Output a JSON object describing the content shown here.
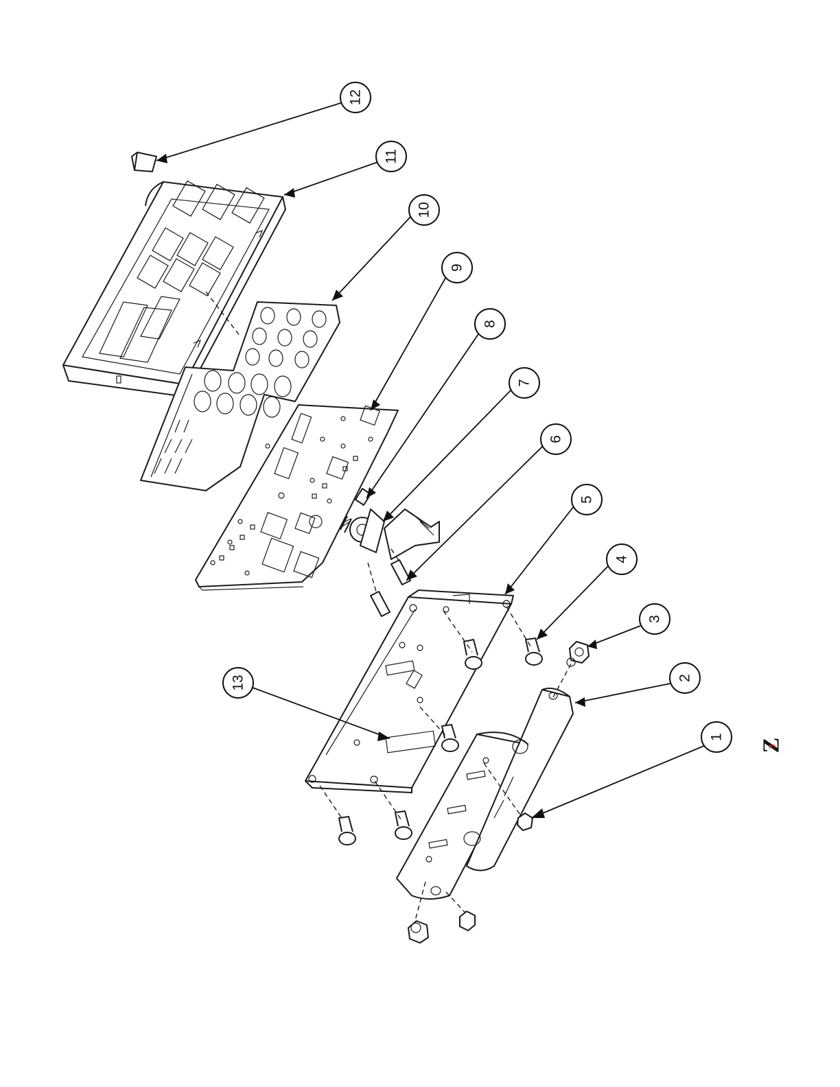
{
  "callouts": [
    {
      "id": "1",
      "label": "1"
    },
    {
      "id": "2",
      "label": "2"
    },
    {
      "id": "3",
      "label": "3"
    },
    {
      "id": "4",
      "label": "4"
    },
    {
      "id": "5",
      "label": "5"
    },
    {
      "id": "6",
      "label": "6"
    },
    {
      "id": "7",
      "label": "7"
    },
    {
      "id": "8",
      "label": "8"
    },
    {
      "id": "9",
      "label": "9"
    },
    {
      "id": "10",
      "label": "10"
    },
    {
      "id": "11",
      "label": "11"
    },
    {
      "id": "12",
      "label": "12"
    },
    {
      "id": "13",
      "label": "13"
    }
  ],
  "page_marker": {
    "letter": "Z",
    "number": "3"
  },
  "colors": {
    "line": "#1a1a1a",
    "background": "#ffffff",
    "accent": "#cc2222"
  }
}
